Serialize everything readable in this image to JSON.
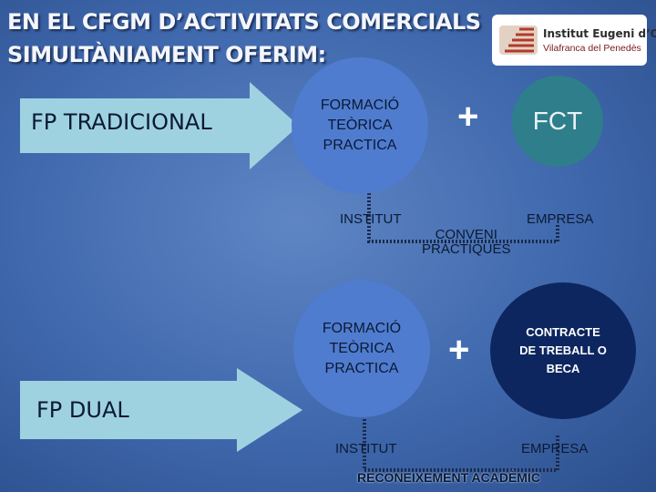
{
  "title": {
    "line1": "EN EL CFGM D’ACTIVITATS COMERCIALS",
    "line2": "SIMULTÀNIAMENT OFERIM:"
  },
  "logo": {
    "name": "Institut Eugeni d’Ors",
    "subtitle": "Vilafranca del Penedès"
  },
  "rows": [
    {
      "label": "FP TRADICIONAL",
      "theory_text": "FORMACIÓ\nTEÒRICA\nPRACTICA",
      "plus": "+",
      "second_text": "FCT",
      "left_label": "INSTITUT",
      "right_label": "EMPRESA",
      "link_label": "CONVENI\nPRÀCTIQUES"
    },
    {
      "label": "FP DUAL",
      "theory_text": "FORMACIÓ\nTEÒRICA\nPRACTICA",
      "plus": "+",
      "second_text": "CONTRACTE\nDE TREBALL O\nBECA",
      "left_label": "INSTITUT",
      "right_label": "EMPRESA",
      "link_label": "RECONEIXEMENT ACADÈMIC"
    }
  ],
  "colors": {
    "arrow": "#9fd2e0",
    "theory_circle": "#4f7ccf",
    "fct_circle": "#2e7e8c",
    "contract_circle": "#0d2660",
    "connector": "#1c2a4a"
  }
}
